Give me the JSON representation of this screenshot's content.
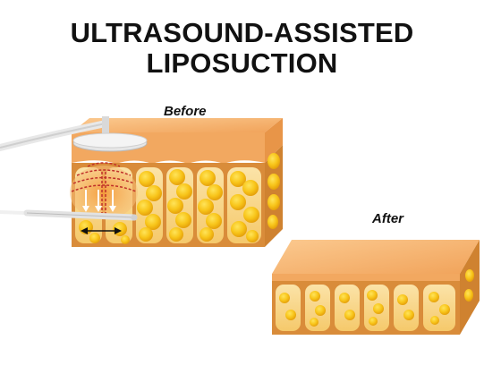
{
  "title": {
    "line1": "ULTRASOUND-ASSISTED",
    "line2": "LIPOSUCTION"
  },
  "labels": {
    "before": "Before",
    "after": "After"
  },
  "colors": {
    "skin_top": "#f6b577",
    "skin_front": "#f3a35c",
    "fat_yellow": "#f8c51a",
    "fat_dark": "#e8a90c",
    "septum": "#d88a3a",
    "cannula": "#dcdcdc"
  }
}
